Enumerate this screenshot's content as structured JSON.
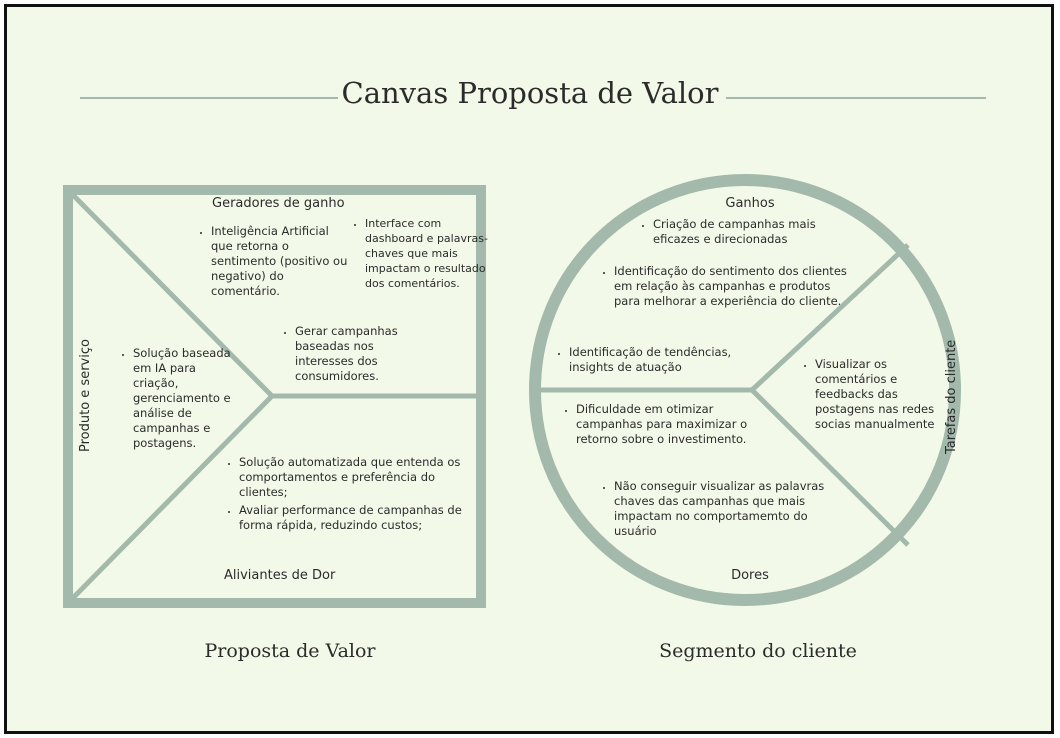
{
  "title": "Canvas Proposta de Valor",
  "colors": {
    "background": "#f3f9e8",
    "shape": "#a2b9ab",
    "text": "#2b2b2b"
  },
  "value_proposition": {
    "caption": "Proposta de Valor",
    "gain_creators": {
      "label": "Geradores de ganho",
      "items_left": [
        "Inteligência Artificial que retorna o sentimento (positivo ou negativo) do comentário."
      ],
      "items_right": [
        "Interface com dashboard e palavras-chaves que mais impactam o resultado dos comentários."
      ],
      "items_bottom": [
        "Gerar campanhas baseadas nos interesses dos consumidores."
      ]
    },
    "products_services": {
      "label": "Produto e serviço",
      "items": [
        "Solução baseada em IA para criação, gerenciamento e análise de campanhas e postagens."
      ]
    },
    "pain_relievers": {
      "label": "Aliviantes de Dor",
      "items": [
        "Solução automatizada que entenda os comportamentos e preferência do clientes;",
        "Avaliar performance de campanhas de forma rápida, reduzindo custos;"
      ]
    }
  },
  "customer_segment": {
    "caption": "Segmento do cliente",
    "gains": {
      "label": "Ganhos",
      "items": [
        "Criação de campanhas mais eficazes e direcionadas",
        "Identificação do sentimento dos clientes em relação às campanhas e produtos para melhorar a experiência do cliente.",
        "Identificação de tendências, insights de atuação"
      ]
    },
    "jobs": {
      "label": "Tarefas do cliente",
      "items": [
        "Visualizar os comentários e feedbacks das postagens nas redes socias manualmente"
      ]
    },
    "pains": {
      "label": "Dores",
      "items": [
        "Dificuldade em otimizar campanhas para maximizar o retorno sobre o investimento.",
        "Não conseguir visualizar as palavras chaves das campanhas que mais impactam no comportamemto do usuário"
      ]
    }
  }
}
